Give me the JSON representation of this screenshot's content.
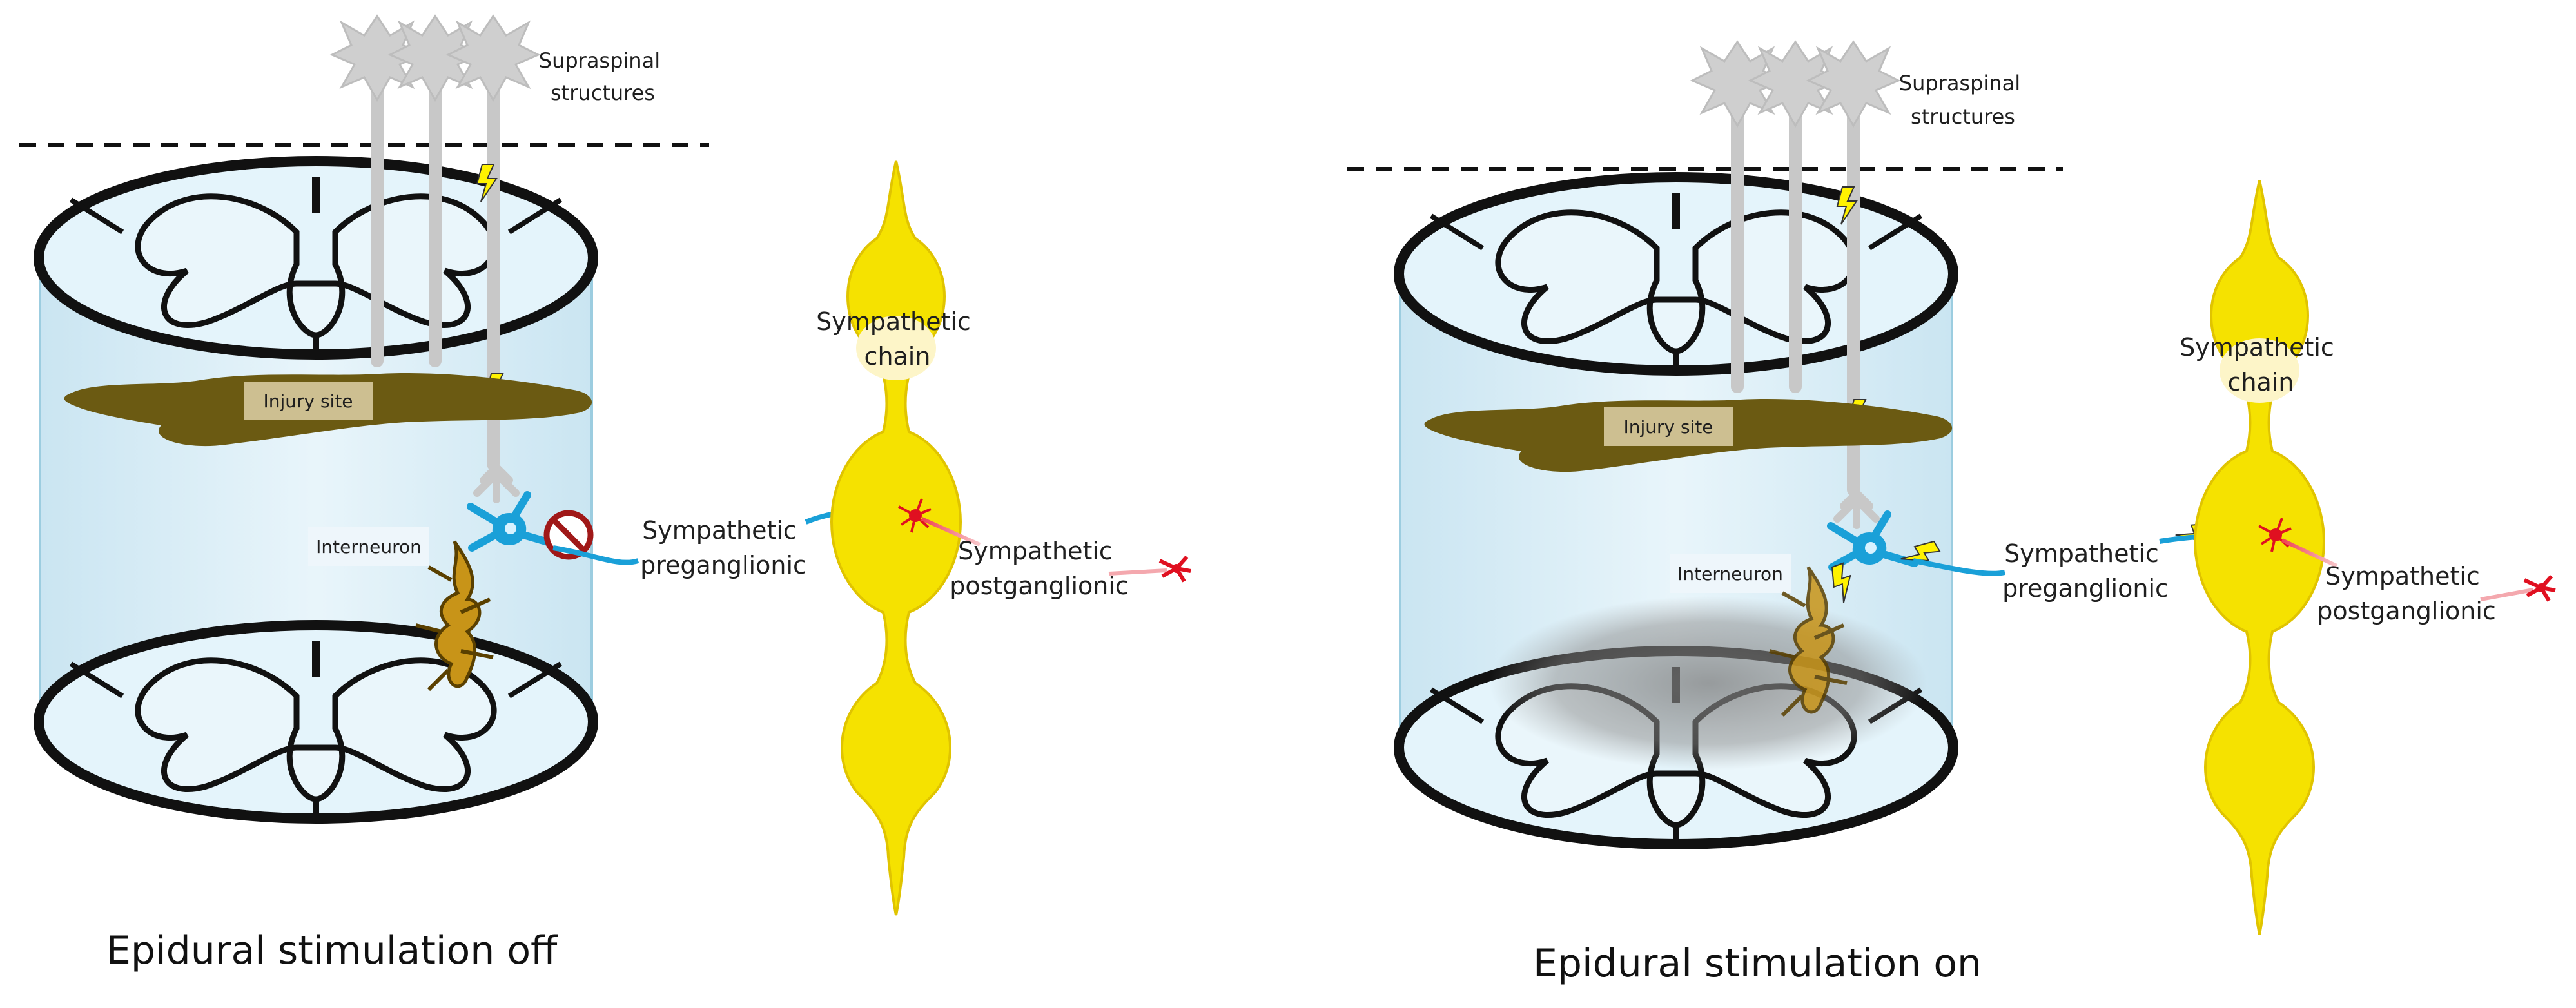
{
  "panels": [
    {
      "supraspinal_label": [
        "Supraspinal",
        "structures"
      ],
      "injury_label": "Injury site",
      "interneuron_label": "Interneuron",
      "preganglionic_label": [
        "Sympathetic",
        "preganglionic"
      ],
      "postganglionic_label": [
        "Sympathetic",
        "postganglionic"
      ],
      "chain_label": [
        "Sympathetic",
        "chain"
      ],
      "caption": "Epidural stimulation off"
    },
    {
      "supraspinal_label": [
        "Supraspinal",
        "structures"
      ],
      "injury_label": "Injury site",
      "interneuron_label": "Interneuron",
      "preganglionic_label": [
        "Sympathetic",
        "preganglionic"
      ],
      "postganglionic_label": [
        "Sympathetic",
        "postganglionic"
      ],
      "chain_label": [
        "Sympathetic",
        "chain"
      ],
      "caption": "Epidural stimulation on"
    }
  ],
  "icons": {
    "supraspinal_neurons": "neuron-icon",
    "lightning": "lightning-bolt-icon",
    "blocked": "no-entry-icon",
    "interneuron": "interneuron-icon",
    "preganglionic_neuron": "neuron-icon",
    "postganglionic_neuron": "neuron-icon",
    "astrocyte": "glial-cell-icon"
  },
  "colors": {
    "cord_fill": "#d6eef8",
    "cord_outline": "#111111",
    "injury": "#6b5a12",
    "interneuron": "#1aa0d8",
    "chain": "#f5e200",
    "postganglionic": "#e01020",
    "glia": "#b8860b",
    "stim_field": "#8a8a8a"
  }
}
